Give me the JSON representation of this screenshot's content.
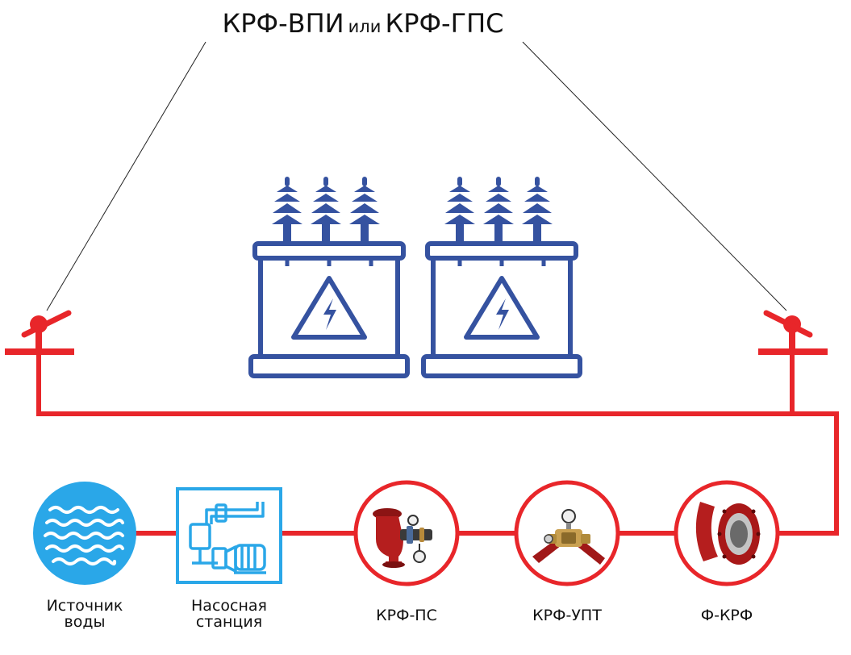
{
  "title": {
    "part1": "КРФ-ВПИ",
    "connector": "или",
    "part2": "КРФ-ГПС"
  },
  "nodes": [
    {
      "id": "water-source",
      "line1": "Источник",
      "line2": "воды"
    },
    {
      "id": "pump-station",
      "line1": "Насосная",
      "line2": "станция"
    },
    {
      "id": "krf-ps",
      "line1": "КРФ-ПС",
      "line2": ""
    },
    {
      "id": "krf-upt",
      "line1": "КРФ-УПТ",
      "line2": ""
    },
    {
      "id": "f-krf",
      "line1": "Ф-КРФ",
      "line2": ""
    }
  ],
  "colors": {
    "pipe": "#e8262a",
    "transformer": "#3552a0",
    "water": "#2aa7e8",
    "equipment_dark": "#8c1414"
  },
  "icons": [
    "transformer-icon",
    "water-waves-icon",
    "pump-icon",
    "valve-icon",
    "hydrant-icon"
  ]
}
